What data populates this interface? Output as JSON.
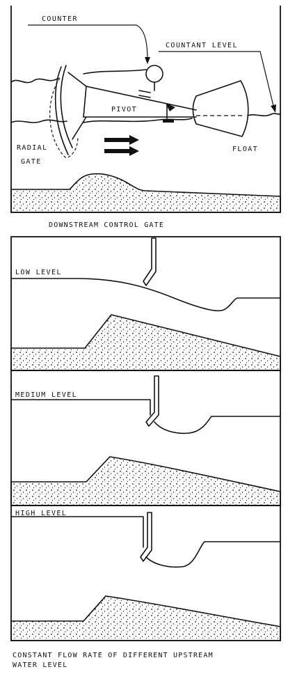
{
  "top_diagram": {
    "labels": {
      "counter": "COUNTER",
      "countant_level": "COUNTANT LEVEL",
      "pivot": "PIVOT",
      "radial": "RADIAL",
      "gate": "GATE",
      "float": "FLOAT"
    },
    "caption": "DOWNSTREAM CONTROL GATE"
  },
  "panels": [
    {
      "label": "LOW LEVEL"
    },
    {
      "label": "MEDIUM LEVEL"
    },
    {
      "label": "HIGH LEVEL"
    }
  ],
  "bottom_caption": {
    "line1": "CONSTANT FLOW RATE OF DIFFERENT UPSTREAM",
    "line2": "WATER LEVEL"
  },
  "colors": {
    "ink": "#111111",
    "paper": "#ffffff"
  }
}
